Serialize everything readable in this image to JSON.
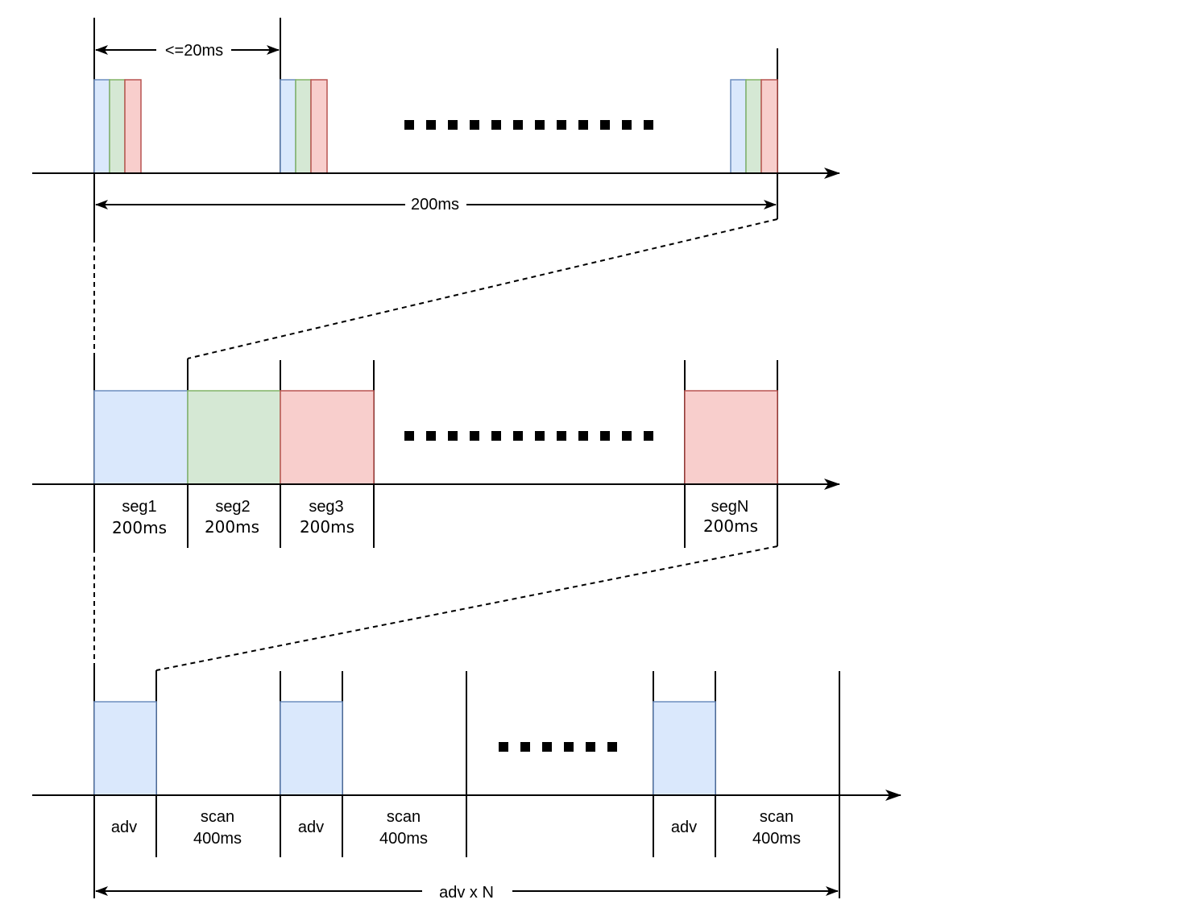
{
  "colors": {
    "blue_fill": "#dae8fc",
    "blue_stroke": "#6c8ebf",
    "green_fill": "#d5e8d4",
    "green_stroke": "#82b366",
    "red_fill": "#f8cecc",
    "red_stroke": "#b85450",
    "line": "#000000"
  },
  "top": {
    "interval_label": "<=20ms",
    "total_label": "200ms"
  },
  "middle": {
    "segments": [
      {
        "name": "seg1",
        "duration": "200ms"
      },
      {
        "name": "seg2",
        "duration": "200ms"
      },
      {
        "name": "seg3",
        "duration": "200ms"
      },
      {
        "name": "segN",
        "duration": "200ms"
      }
    ]
  },
  "bottom": {
    "adv_label": "adv",
    "scan_name": "scan",
    "scan_duration": "400ms",
    "total_label": "adv x N"
  }
}
